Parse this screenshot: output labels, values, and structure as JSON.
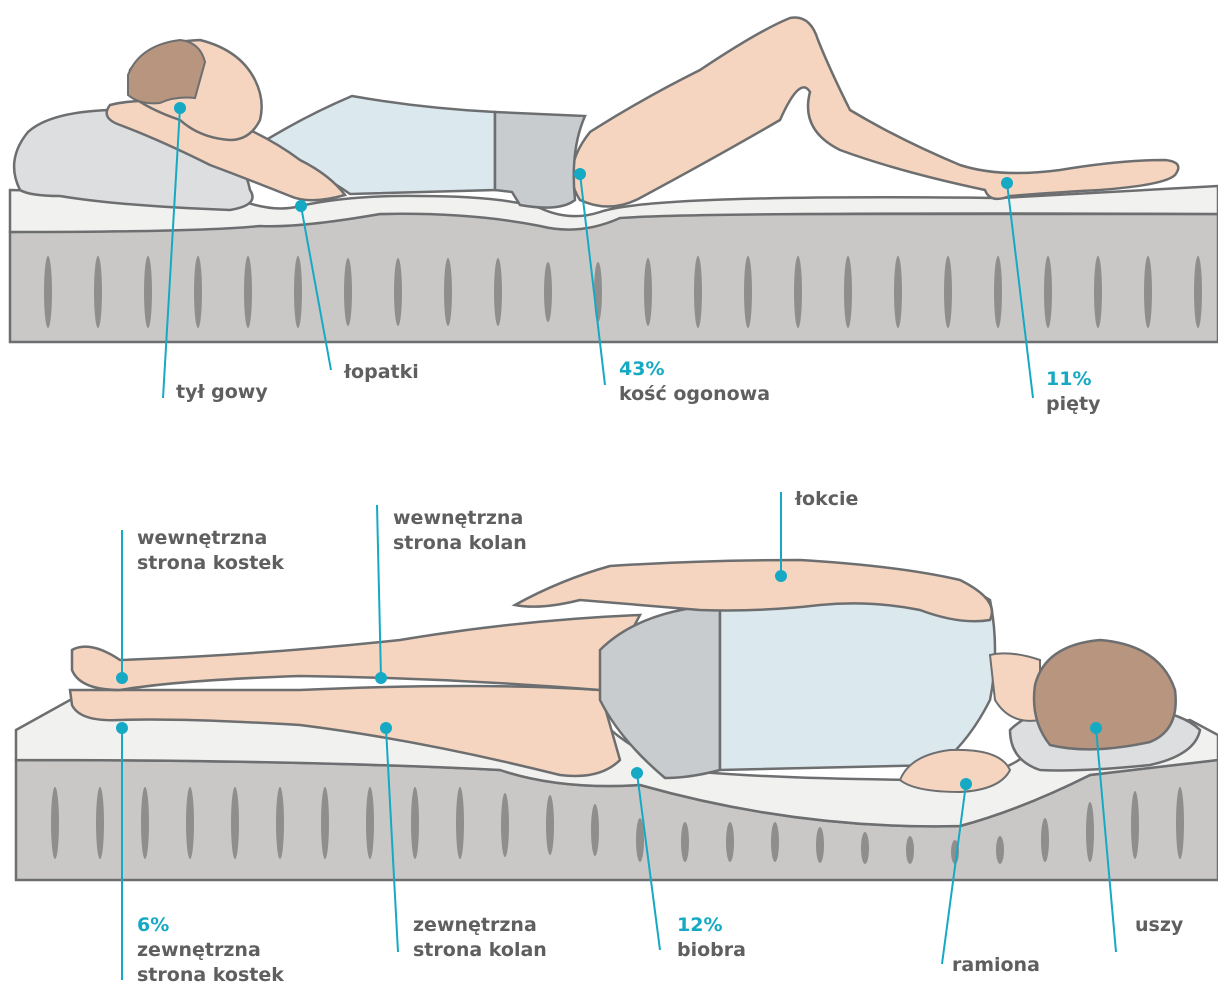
{
  "colors": {
    "accent": "#16a9c4",
    "label_text": "#5f5f5f",
    "skin": "#f5d5bf",
    "hair": "#b8957f",
    "shirt": "#dbe9ef",
    "shorts": "#c9cccf",
    "pillow": "#dcdedf",
    "mattress_top": "#f1f1ef",
    "mattress_body": "#c9c8c6",
    "outline": "#6d6e70"
  },
  "back_position": {
    "labels": [
      {
        "id": "head",
        "text": "tył gowy",
        "percent": null
      },
      {
        "id": "shoulder_blades",
        "text": "łopatki",
        "percent": null
      },
      {
        "id": "tailbone",
        "text": "kość ogonowa",
        "percent": "43%"
      },
      {
        "id": "heels",
        "text": "pięty",
        "percent": "11%"
      }
    ]
  },
  "side_position": {
    "labels": [
      {
        "id": "inner_ankles",
        "text": "wewnętrzna strona kostek",
        "lines": [
          "wewnętrzna",
          "strona kostek"
        ],
        "percent": null
      },
      {
        "id": "inner_knees",
        "text": "wewnętrzna strona kolan",
        "lines": [
          "wewnętrzna",
          "strona kolan"
        ],
        "percent": null
      },
      {
        "id": "elbows",
        "text": "łokcie",
        "percent": null
      },
      {
        "id": "outer_ankles",
        "text": "zewnętrzna strona kostek",
        "lines": [
          "zewnętrzna",
          "strona kostek"
        ],
        "percent": "6%"
      },
      {
        "id": "outer_knees",
        "text": "zewnętrzna strona kolan",
        "lines": [
          "zewnętrzna",
          "strona kolan"
        ],
        "percent": null
      },
      {
        "id": "hips",
        "text": "biobra",
        "percent": "12%"
      },
      {
        "id": "shoulders",
        "text": "ramiona",
        "percent": null
      },
      {
        "id": "ears",
        "text": "uszy",
        "percent": null
      }
    ]
  }
}
